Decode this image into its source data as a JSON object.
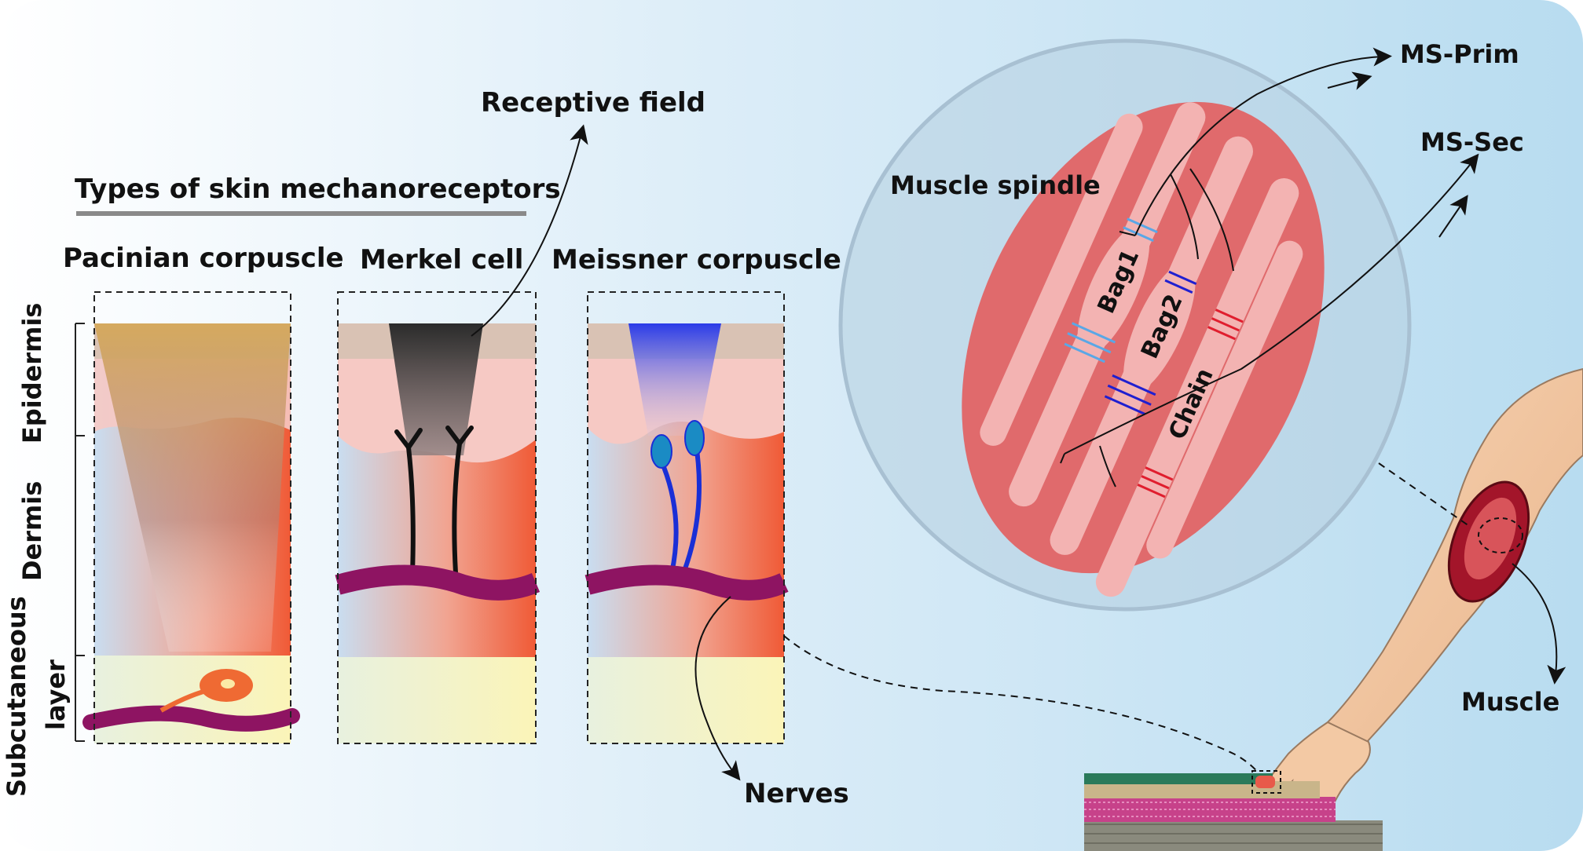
{
  "title": "Types of skin mechanoreceptors",
  "columns": {
    "pacinian": "Pacinian corpuscle",
    "merkel": "Merkel cell",
    "meissner": "Meissner corpuscle"
  },
  "layers": {
    "epidermis": "Epidermis",
    "dermis": "Dermis",
    "subcutaneous_line1": "Subcutaneous",
    "subcutaneous_line2": "layer"
  },
  "callouts": {
    "receptive_field": "Receptive field",
    "nerves": "Nerves",
    "muscle_spindle": "Muscle spindle",
    "ms_prim": "MS-Prim",
    "ms_sec": "MS-Sec",
    "muscle": "Muscle"
  },
  "fibers": {
    "bag1": "Bag1",
    "bag2": "Bag2",
    "chain": "Chain"
  },
  "colors": {
    "background_left": "#ffffff",
    "background_right": "#b9ddf0",
    "muscle_body": "#e06a6c",
    "fiber": "#f3b3b2",
    "nerve_purple": "#8e1462",
    "meissner_blue": "#1a2fd6",
    "pacinian_orange": "#ef6a33",
    "merkel_dark": "#222222",
    "bag1_band": "#5aa7e6",
    "bag2_band": "#1f1fd0",
    "chain_band": "#e01e2e"
  }
}
